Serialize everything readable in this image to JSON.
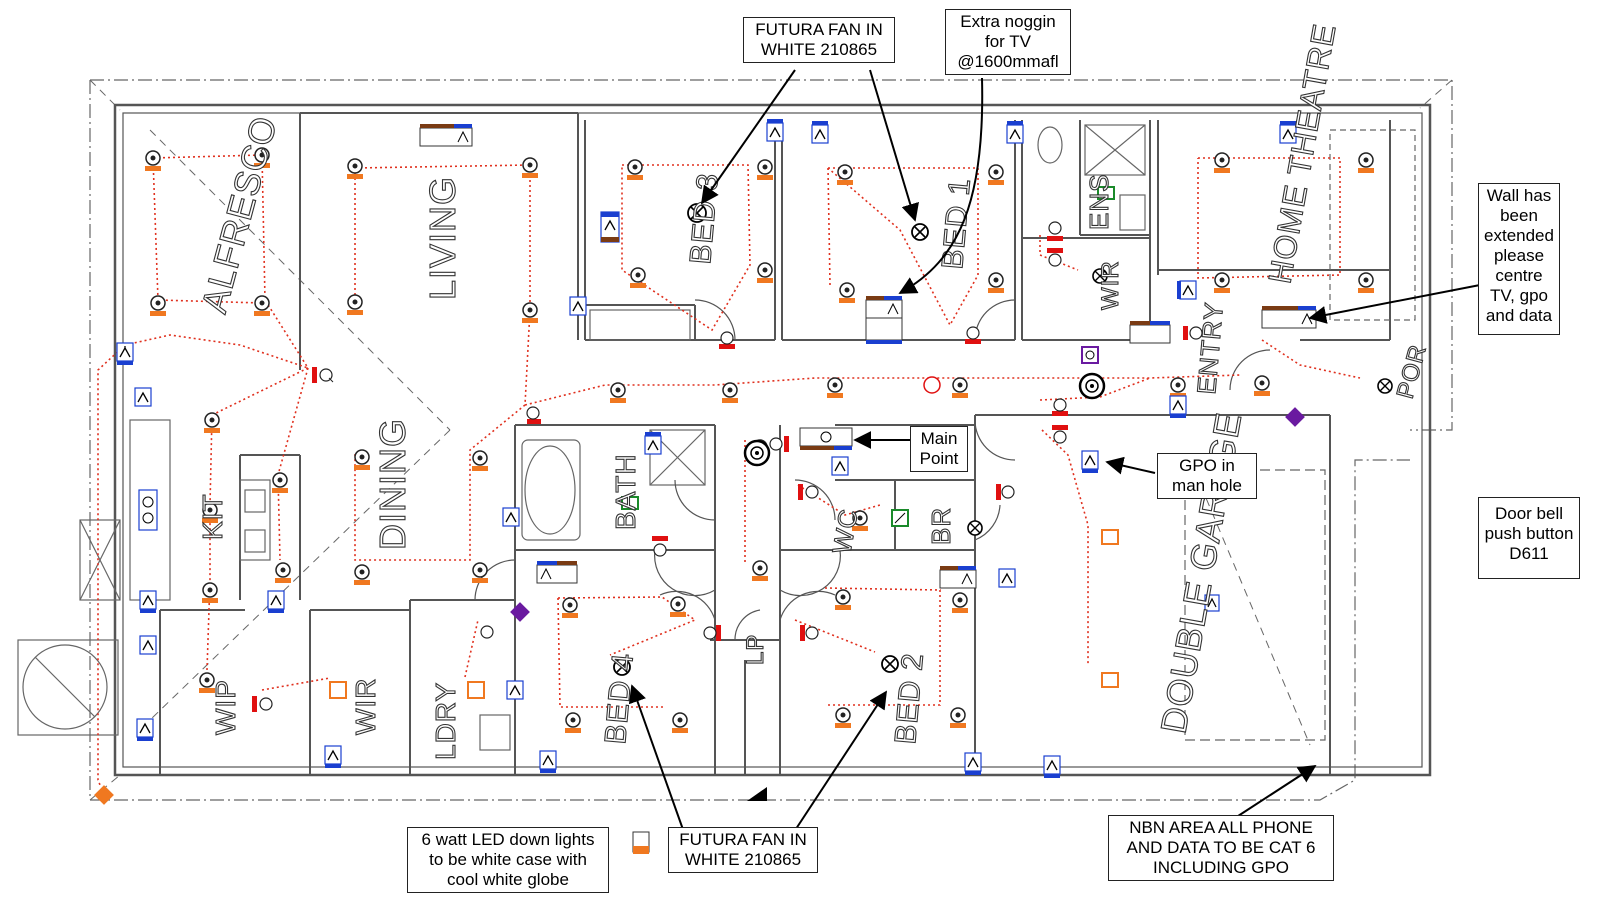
{
  "rooms": {
    "alfresco": "ALFRESCO",
    "living": "LIVING",
    "dining": "DINING",
    "kit": "KIT",
    "wip": "WIP",
    "wir_left": "WIR",
    "ldry": "LDRY",
    "bed3": "BED 3",
    "bed1": "BED 1",
    "ens": "ENS",
    "wir_right": "WIR",
    "home_theatre": "HOME THEATRE",
    "entry": "ENTRY",
    "por": "POR",
    "bed4": "BED 4",
    "bed2": "BED 2",
    "bath": "BATH",
    "wc": "WC",
    "br": "BR",
    "lp": "LP",
    "double_garage": "DOUBLE GARAGE"
  },
  "callouts": {
    "fan_top": [
      "FUTURA FAN IN",
      "WHITE 210865"
    ],
    "noggin": [
      "Extra noggin",
      "for TV",
      "@1600mmafl"
    ],
    "wall_extended": [
      "Wall has",
      "been",
      "extended",
      "please",
      "centre",
      "TV, gpo",
      "and data"
    ],
    "main_point": [
      "Main",
      "Point"
    ],
    "gpo_manhole": [
      "GPO in",
      "man hole"
    ],
    "door_bell": [
      "Door bell",
      "push button",
      "D611"
    ],
    "led_lights": [
      "6 watt LED down lights",
      "to be white case with",
      "cool white globe"
    ],
    "fan_bottom": [
      "FUTURA FAN IN",
      "WHITE 210865"
    ],
    "nbn": [
      "NBN AREA ALL PHONE",
      "AND DATA TO BE CAT 6",
      "INCLUDING GPO"
    ]
  },
  "colors": {
    "wall": "#555555",
    "wire": "#e0301e",
    "downlight": "#f07820",
    "data_outlet": "#1a3fd0",
    "switch": "#e01010",
    "brown": "#7a3b14",
    "purple": "#6a1aa0",
    "green": "#1a8a2a"
  },
  "icons": [
    "downlight-icon",
    "ceiling-fan-icon",
    "switch-icon",
    "power-outlet-icon",
    "data-outlet-icon",
    "tv-outlet-icon",
    "smoke-detector-icon",
    "exhaust-fan-icon",
    "arrow-icon"
  ]
}
